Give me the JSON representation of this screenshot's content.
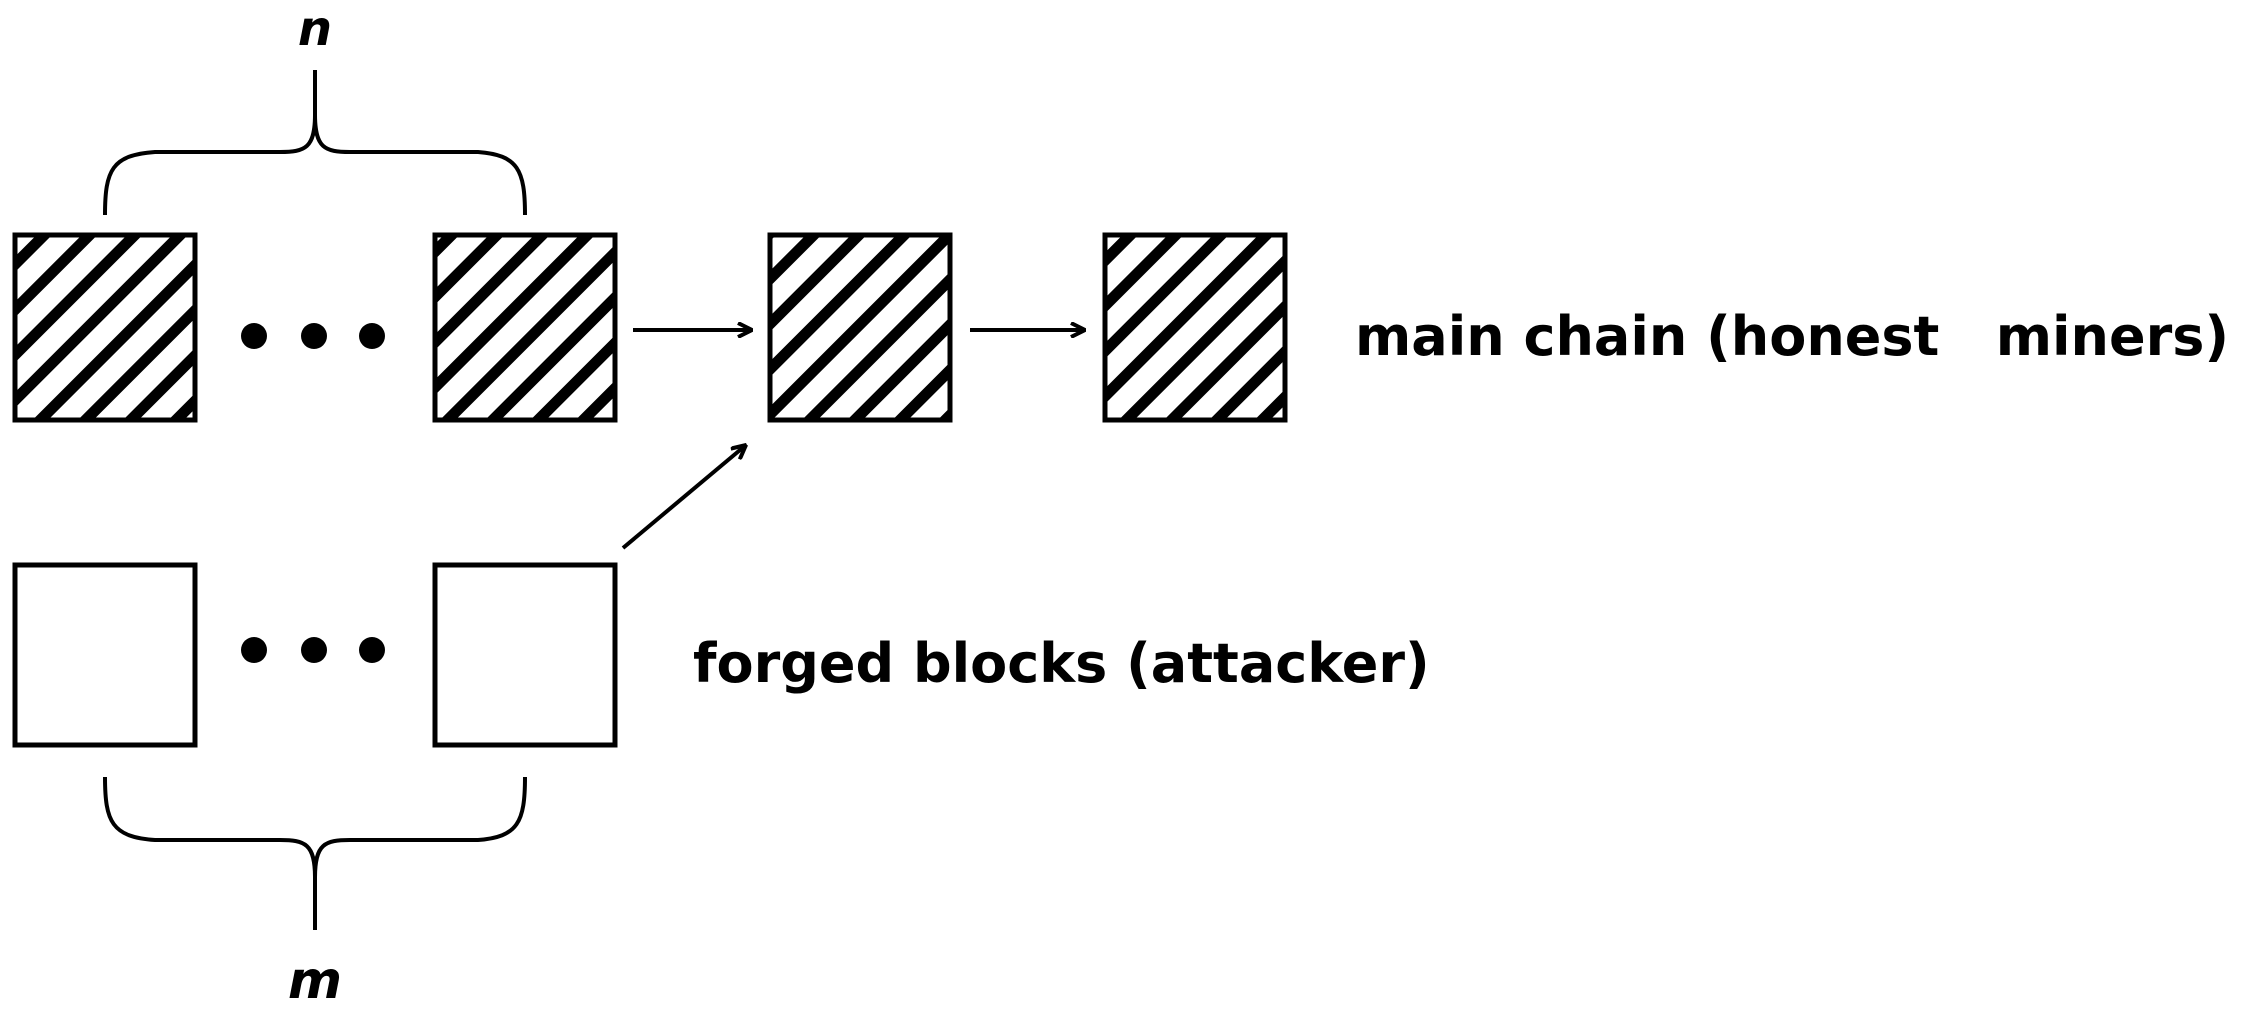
{
  "labels": {
    "main_chain": "main chain (honest   miners)",
    "forged_blocks": "forged blocks (attacker)",
    "n": "n",
    "m": "m"
  },
  "colors": {
    "stroke": "#000000",
    "background": "#ffffff"
  }
}
